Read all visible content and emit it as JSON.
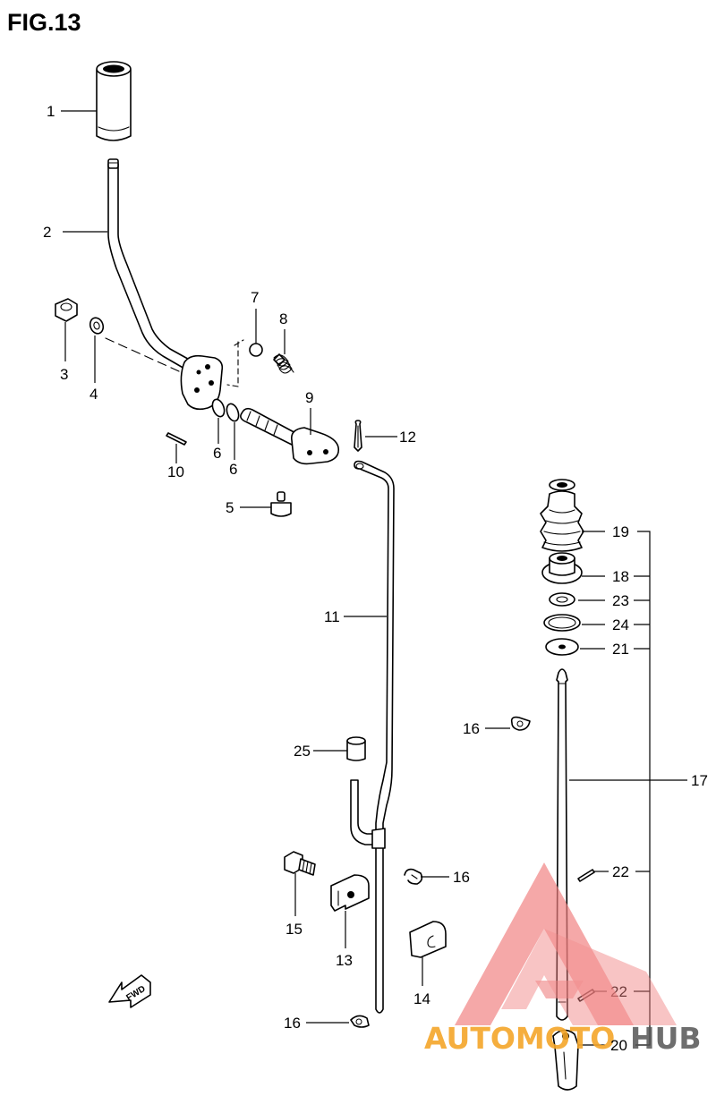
{
  "figure": {
    "title": "FIG.13"
  },
  "callouts": {
    "c1": "1",
    "c2": "2",
    "c3": "3",
    "c4": "4",
    "c5": "5",
    "c6a": "6",
    "c6b": "6",
    "c7": "7",
    "c8": "8",
    "c9": "9",
    "c10": "10",
    "c11": "11",
    "c12": "12",
    "c13": "13",
    "c14": "14",
    "c15": "15",
    "c16a": "16",
    "c16b": "16",
    "c16c": "16",
    "c17": "17",
    "c18": "18",
    "c19": "19",
    "c20": "20",
    "c21": "21",
    "c22a": "22",
    "c22b": "22",
    "c23": "23",
    "c24": "24",
    "c25": "25"
  },
  "fwd_marker": {
    "label": "FWD"
  },
  "watermark": {
    "brand_a": "AUTOMOTO",
    "brand_b": "HUB",
    "color_main": "#f4a62a",
    "color_accent": "#f08080"
  }
}
